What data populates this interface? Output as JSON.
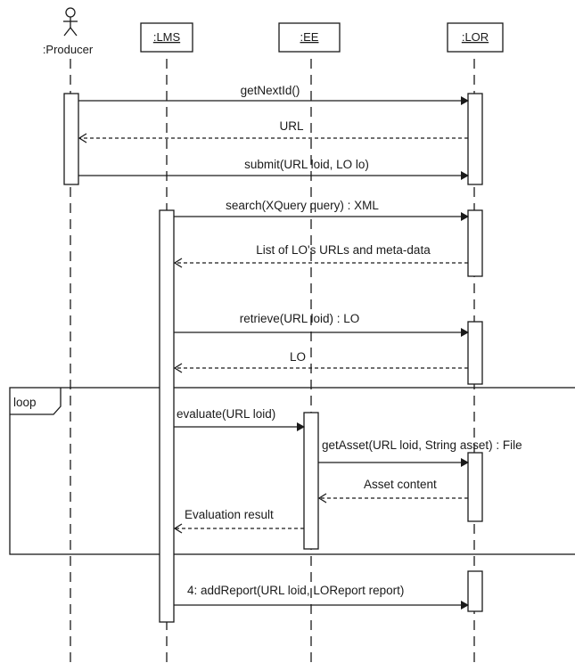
{
  "participants": {
    "producer": ":Producer",
    "lms": ":LMS",
    "ee": ":EE",
    "lor": ":LOR"
  },
  "fragment": {
    "operator": "loop"
  },
  "messages": {
    "m1": "getNextId()",
    "m2": "URL",
    "m3": "submit(URL loid, LO lo)",
    "m4": "search(XQuery query) : XML",
    "m5": "List of LO's URLs and meta-data",
    "m6": "retrieve(URL loid) : LO",
    "m7": "LO",
    "m8": "evaluate(URL loid)",
    "m9": "getAsset(URL loid, String asset) : File",
    "m10": "Asset content",
    "m11": "Evaluation result",
    "m12": "4: addReport(URL loid, LOReport report)"
  }
}
